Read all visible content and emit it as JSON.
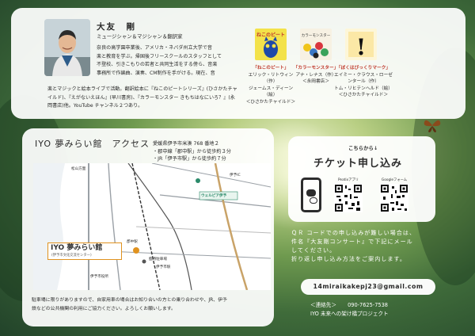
{
  "profile": {
    "name": "大友　剛",
    "role": "ミュージシャン＆マジシャン＆翻訳家",
    "bio_lines": [
      "奈良の高学園卒業後、アメリカ・ネバダ州立大学で音",
      "楽と教育を学ぶ。帰国後フリースクールのスタッフとして",
      "不登校、引きこもりの若者と共同生活をする傍ら、音楽",
      "事務所で作編曲、演奏、CM制作を手がける。現在、音"
    ],
    "bio_rest_lines": [
      "楽とマジックと絵本ライブで活動。翻訳絵本に『ねこのピートシリーズ』(ひさかたチャ",
      "イルド)、『えがないえほん』(早川書房)、『カラーモンスター きもちはなにいろ？』(永",
      "岡書店)他。YouTube チャンネル２つあり。"
    ]
  },
  "books": [
    {
      "cover_text": "ねこのピート",
      "title": "「ねこのピート」",
      "lines": [
        "エリック・リトウィン（作）",
        "ジェームス・ディーン（絵）",
        "＜ひさかたチャイルド＞"
      ]
    },
    {
      "cover_text": "カラーモンスター",
      "title": "「カラーモンスター」",
      "lines": [
        "アナ・レナス（作）",
        "＜永岡書店＞"
      ]
    },
    {
      "cover_text": "!",
      "title": "「ぼくはびっくりマーク」",
      "lines": [
        "エイミー・クラウス・ローゼンタール（作）",
        "トム・リヒテンヘルド（絵）",
        "＜ひさかたチャイルド＞"
      ]
    }
  ],
  "access": {
    "title": "IYO 夢みらい館　アクセス",
    "address_lines": [
      "愛媛県伊予市米湊 768 番地２",
      "・郡中線「郡中駅」から徒歩約３分",
      "・JR「伊予市駅」から徒歩約７分"
    ],
    "venue_label": "IYO 夢みらい館",
    "venue_sub": "(伊予市文化交流センター)",
    "map_labels": {
      "matsuyama": "松山方面",
      "wellpia": "ウェルピア伊予",
      "iyo_station": "伊予市駅",
      "gunchu_station": "郡中駅",
      "highway": "伊予IC",
      "parking": "臨時駐車場",
      "school": "伊予市役所"
    },
    "footnote_lines": [
      "駐車場に限りがありますので、自家用車の場合はお知り合いの方との乗り合わせや、JR、伊予",
      "鉄などの公共機関の利用にご協力ください。よろしくお願いします。"
    ]
  },
  "ticket": {
    "sub": "こちらから↓",
    "title": "チケット申し込み",
    "qr_labels": [
      "Peatixアプリ",
      "Googleフォーム"
    ]
  },
  "instructions_lines": [
    "ＱＲ コードでの申し込みが難しい場合は、",
    "件名『大友剛コンサート』で下記にメール",
    "してください。",
    "折り返し申し込み方法をご案内します。"
  ],
  "email": "14miraikakepj23@gmail.com",
  "contact": {
    "label": "＜連絡先＞",
    "phone": "090-7625-7538",
    "org": "IYO 未来への架け橋プロジェクト"
  },
  "colors": {
    "venue": "#e0921f",
    "pete_blue": "#1f4aa8",
    "accent_red": "#c0392b"
  }
}
